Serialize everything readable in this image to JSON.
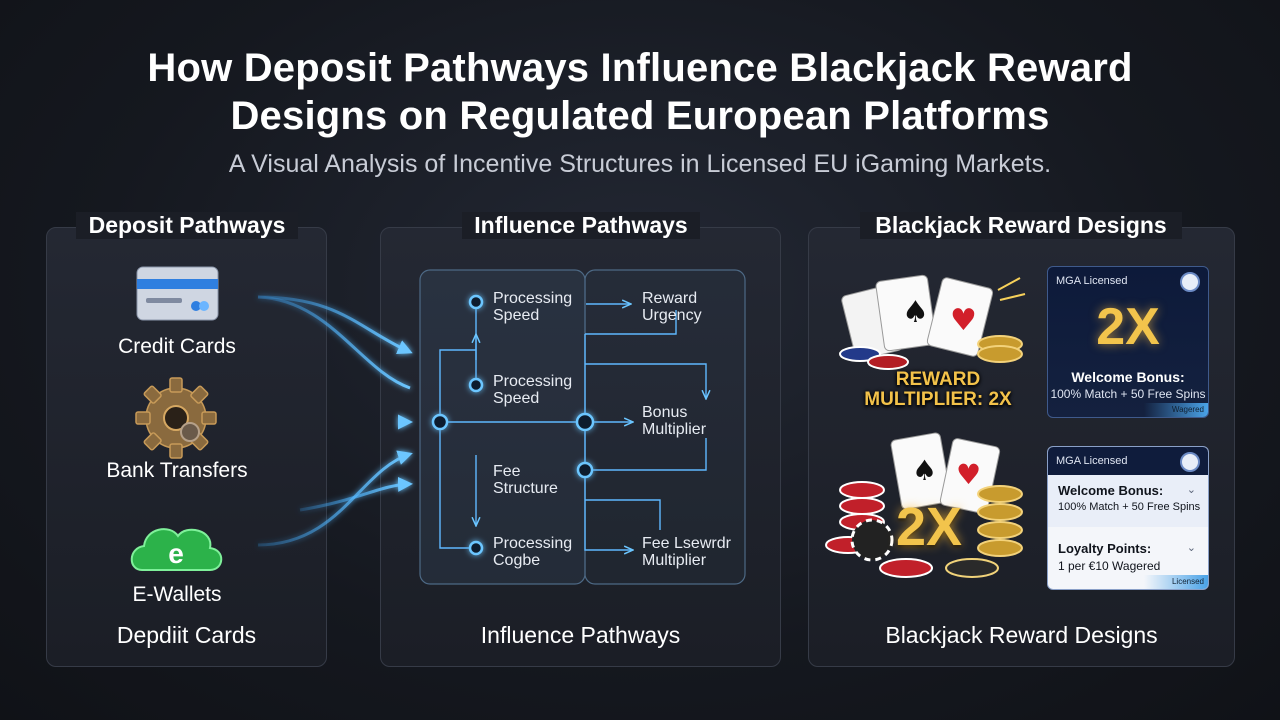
{
  "header": {
    "title_line1": "How Deposit Pathways Influence Blackjack Reward",
    "title_line2": "Designs on Regulated European Platforms",
    "subtitle": "A Visual Analysis of Incentive Structures in Licensed EU iGaming Markets."
  },
  "deposit_panel": {
    "heading": "Deposit Pathways",
    "items": [
      {
        "label": "Credit Cards",
        "icon": "credit-card-icon"
      },
      {
        "label": "Bank Transfers",
        "icon": "gear-icon"
      },
      {
        "label": "E-Wallets",
        "icon": "cloud-e-icon"
      }
    ],
    "footer": "Depdiit Cards"
  },
  "influence_panel": {
    "heading": "Influence Pathways",
    "nodes_left": [
      {
        "line1": "Processing",
        "line2": "Speed"
      },
      {
        "line1": "Processing",
        "line2": "Speed"
      },
      {
        "line1": "Fee",
        "line2": "Structure"
      },
      {
        "line1": "Processing",
        "line2": "Cogbe"
      }
    ],
    "nodes_right": [
      {
        "line1": "Reward",
        "line2": "Urgency"
      },
      {
        "line1": "Bonus",
        "line2": "Multiplier"
      },
      {
        "line1": "Fee Lsewrdr",
        "line2": "Multiplier"
      }
    ],
    "footer": "Influence Pathways"
  },
  "reward_panel": {
    "heading": "Blackjack Reward Designs",
    "reward_line1": "REWARD",
    "reward_line2": "MULTIPLIER: 2X",
    "chips_badge": "2X",
    "card1": {
      "license": "MGA Licensed",
      "multiplier": "2X",
      "bonus_title": "Welcome Bonus:",
      "bonus_text": "100% Match + 50 Free Spins",
      "corner": "Wagered"
    },
    "card2": {
      "license": "MGA Licensed",
      "bonus_title": "Welcome Bonus:",
      "bonus_text": "100% Match + 50 Free Spins",
      "loyalty_title": "Loyalty Points:",
      "loyalty_text": "1 per €10 Wagered",
      "corner": "Licensed"
    },
    "footer": "Blackjack Reward Designs"
  },
  "colors": {
    "accent_glow": "#3aa8ff",
    "gold": "#f2c44c",
    "background": "#15181f"
  }
}
